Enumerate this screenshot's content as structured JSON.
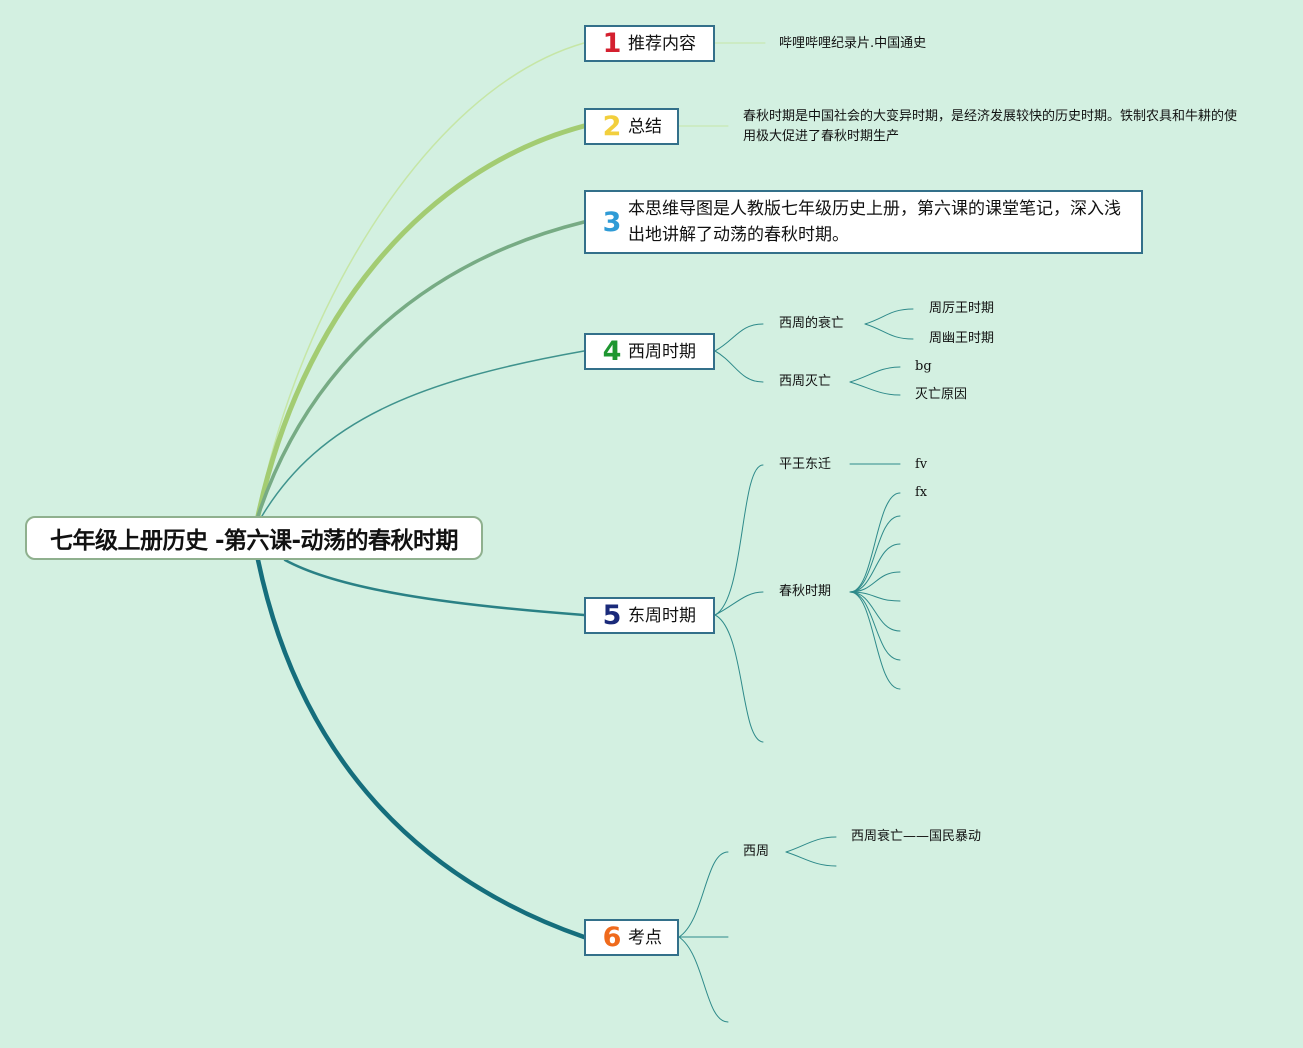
{
  "root": {
    "title": "七年级上册历史 -第六课-动荡的春秋时期"
  },
  "topics": [
    {
      "num": "1",
      "num_color": "#d4202f",
      "label": "推荐内容"
    },
    {
      "num": "2",
      "num_color": "#f2cf3d",
      "label": "总结"
    },
    {
      "num": "3",
      "num_color": "#2f9bd6",
      "label": "本思维导图是人教版七年级历史上册，第六课的课堂笔记，深入浅出地讲解了动荡的春秋时期。"
    },
    {
      "num": "4",
      "num_color": "#1e9630",
      "label": "西周时期"
    },
    {
      "num": "5",
      "num_color": "#1a2a7a",
      "label": "东周时期"
    },
    {
      "num": "6",
      "num_color": "#ef6a1c",
      "label": "考点"
    }
  ],
  "notes": {
    "recommend": "哔哩哔哩纪录片.中国通史",
    "summary": "春秋时期是中国社会的大变异时期，是经济发展较快的历史时期。铁制农具和牛耕的使用极大促进了春秋时期生产"
  },
  "branch4": {
    "decline": "西周的衰亡",
    "decline_children": [
      "周厉王时期",
      "周幽王时期"
    ],
    "fall": "西周灭亡",
    "fall_children": [
      "bg",
      "灭亡原因"
    ]
  },
  "branch5": {
    "move": "平王东迁",
    "move_child": "fv",
    "spring": "春秋时期",
    "spring_first": "fx"
  },
  "branch6": {
    "west": "西周",
    "west_child": "西周衰亡——国民暴动"
  },
  "colors": {
    "background": "#d3f0e1",
    "branch1": "#c6e6a6",
    "branch2": "#a3cc72",
    "branch3": "#77ab84",
    "branch4": "#3f938d",
    "branch5": "#2a8185",
    "branch6": "#156e7c"
  }
}
